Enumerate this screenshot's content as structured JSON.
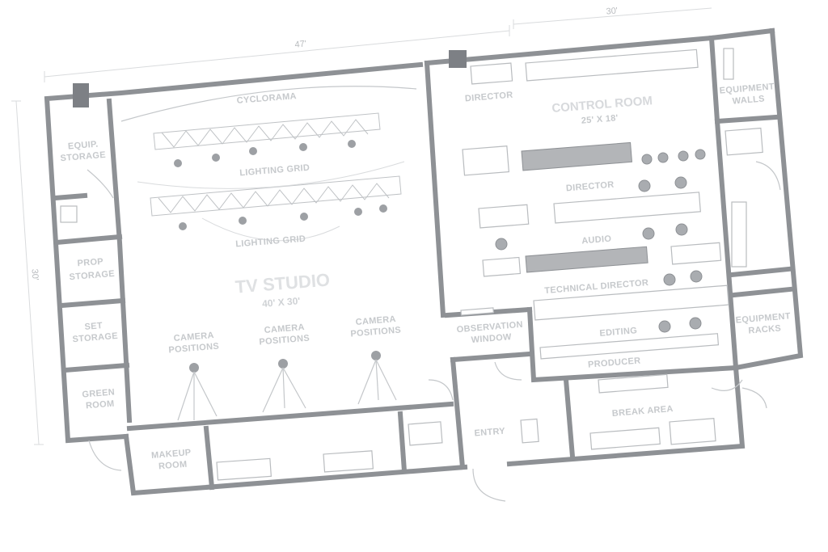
{
  "dimensions": {
    "width_label": "47'",
    "right_width_label": "30'",
    "height_label": "30'"
  },
  "studio": {
    "cyclorama": "CYCLORAMA",
    "lighting_grid_1": "LIGHTING GRID",
    "lighting_grid_2": "LIGHTING GRID",
    "title": "TV STUDIO",
    "size": "40' X 30'",
    "camera_positions": [
      {
        "line1": "CAMERA",
        "line2": "POSITIONS"
      },
      {
        "line1": "CAMERA",
        "line2": "POSITIONS"
      },
      {
        "line1": "CAMERA",
        "line2": "POSITIONS"
      }
    ]
  },
  "left_rooms": {
    "equip_storage": {
      "line1": "EQUIP.",
      "line2": "STORAGE"
    },
    "prop_storage": {
      "line1": "PROP",
      "line2": "STORAGE"
    },
    "set_storage": {
      "line1": "SET",
      "line2": "STORAGE"
    },
    "green_room": {
      "line1": "GREEN",
      "line2": "ROOM"
    },
    "makeup_room": {
      "line1": "MAKEUP",
      "line2": "ROOM"
    }
  },
  "control_room": {
    "title": "CONTROL ROOM",
    "size": "25' X 18'",
    "director_top": "DIRECTOR",
    "director": "DIRECTOR",
    "audio": "AUDIO",
    "technical_director": "TECHNICAL DIRECTOR",
    "editing": "EDITING",
    "producer": "PRODUCER"
  },
  "right_rooms": {
    "equipment_walls": {
      "line1": "EQUIPMENT",
      "line2": "WALLS"
    },
    "equipment_racks": {
      "line1": "EQUIPMENT",
      "line2": "RACKS"
    }
  },
  "other_rooms": {
    "observation_window": {
      "line1": "OBSERVATION",
      "line2": "WINDOW"
    },
    "entry": "ENTRY",
    "break_area": "BREAK AREA"
  }
}
